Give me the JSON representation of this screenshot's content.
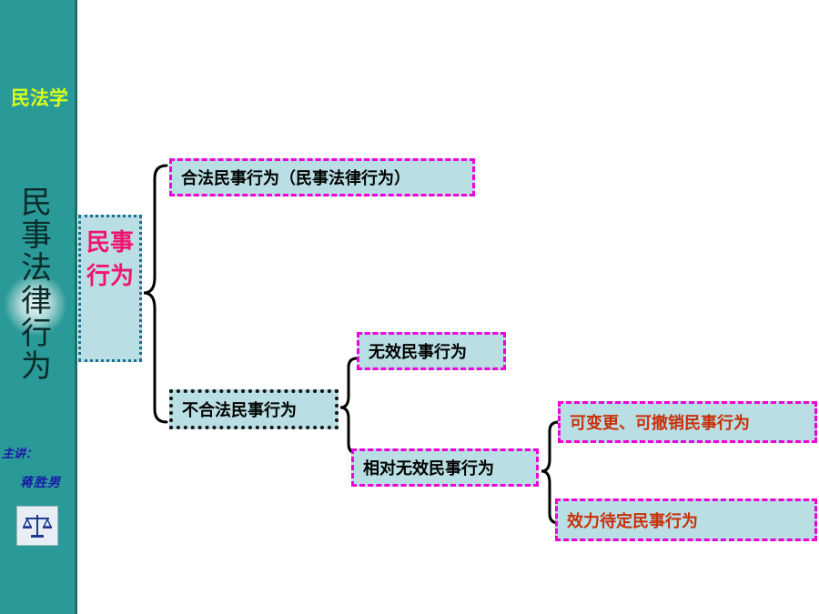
{
  "sidebar": {
    "subject": "民法学",
    "title": "民事法律行为",
    "lecturer_label": "主讲：",
    "lecturer_name": "蒋胜男",
    "icon": "scales-of-justice-icon"
  },
  "root": {
    "label": "民事行为"
  },
  "nodes": {
    "legal": "合法民事行为（民事法律行为）",
    "illegal": "不合法民事行为",
    "void": "无效民事行为",
    "relative_void": "相对无效民事行为",
    "revocable": "可变更、可撤销民事行为",
    "pending": "效力待定民事行为"
  },
  "colors": {
    "sidebar": "#2a9a98",
    "box_fill": "#b9dfe4",
    "pink_border": "#f000d8",
    "root_text": "#f0156c",
    "leaf_text": "#c8300a"
  }
}
